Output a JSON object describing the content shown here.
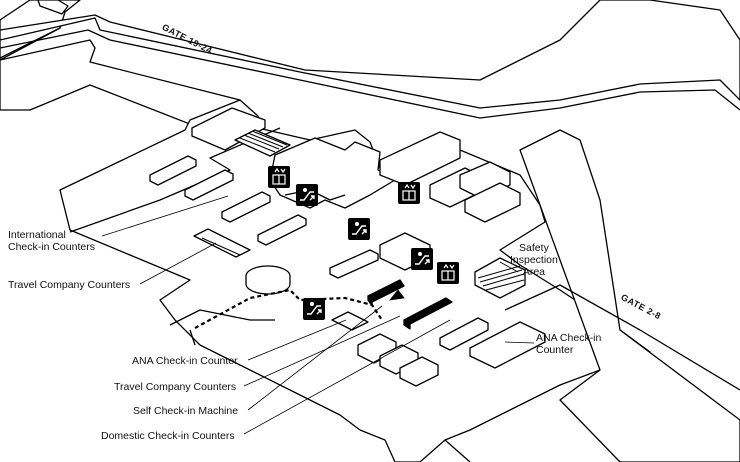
{
  "gates": {
    "north": "GATE 19-24",
    "east": "GATE 2-8"
  },
  "labels": {
    "international_line1": "International",
    "international_line2": "Check-in Counters",
    "travel_company_left": "Travel Company Counters",
    "safety_line1": "Safety",
    "safety_line2": "Inspection",
    "safety_line3": "Area",
    "ana_counter_right_line1": "ANA Check-in",
    "ana_counter_right_line2": "Counter",
    "ana_counter_bottom": "ANA Check-in Counter",
    "travel_company_bottom": "Travel Company Counters",
    "self_checkin": "Self Check-in Machine",
    "domestic": "Domestic Check-in Counters"
  },
  "icons": {
    "elevator": "elevator-icon",
    "escalator": "escalator-icon"
  },
  "colors": {
    "wall": "#000000",
    "fill": "#ffffff",
    "icon_bg": "#000000"
  }
}
